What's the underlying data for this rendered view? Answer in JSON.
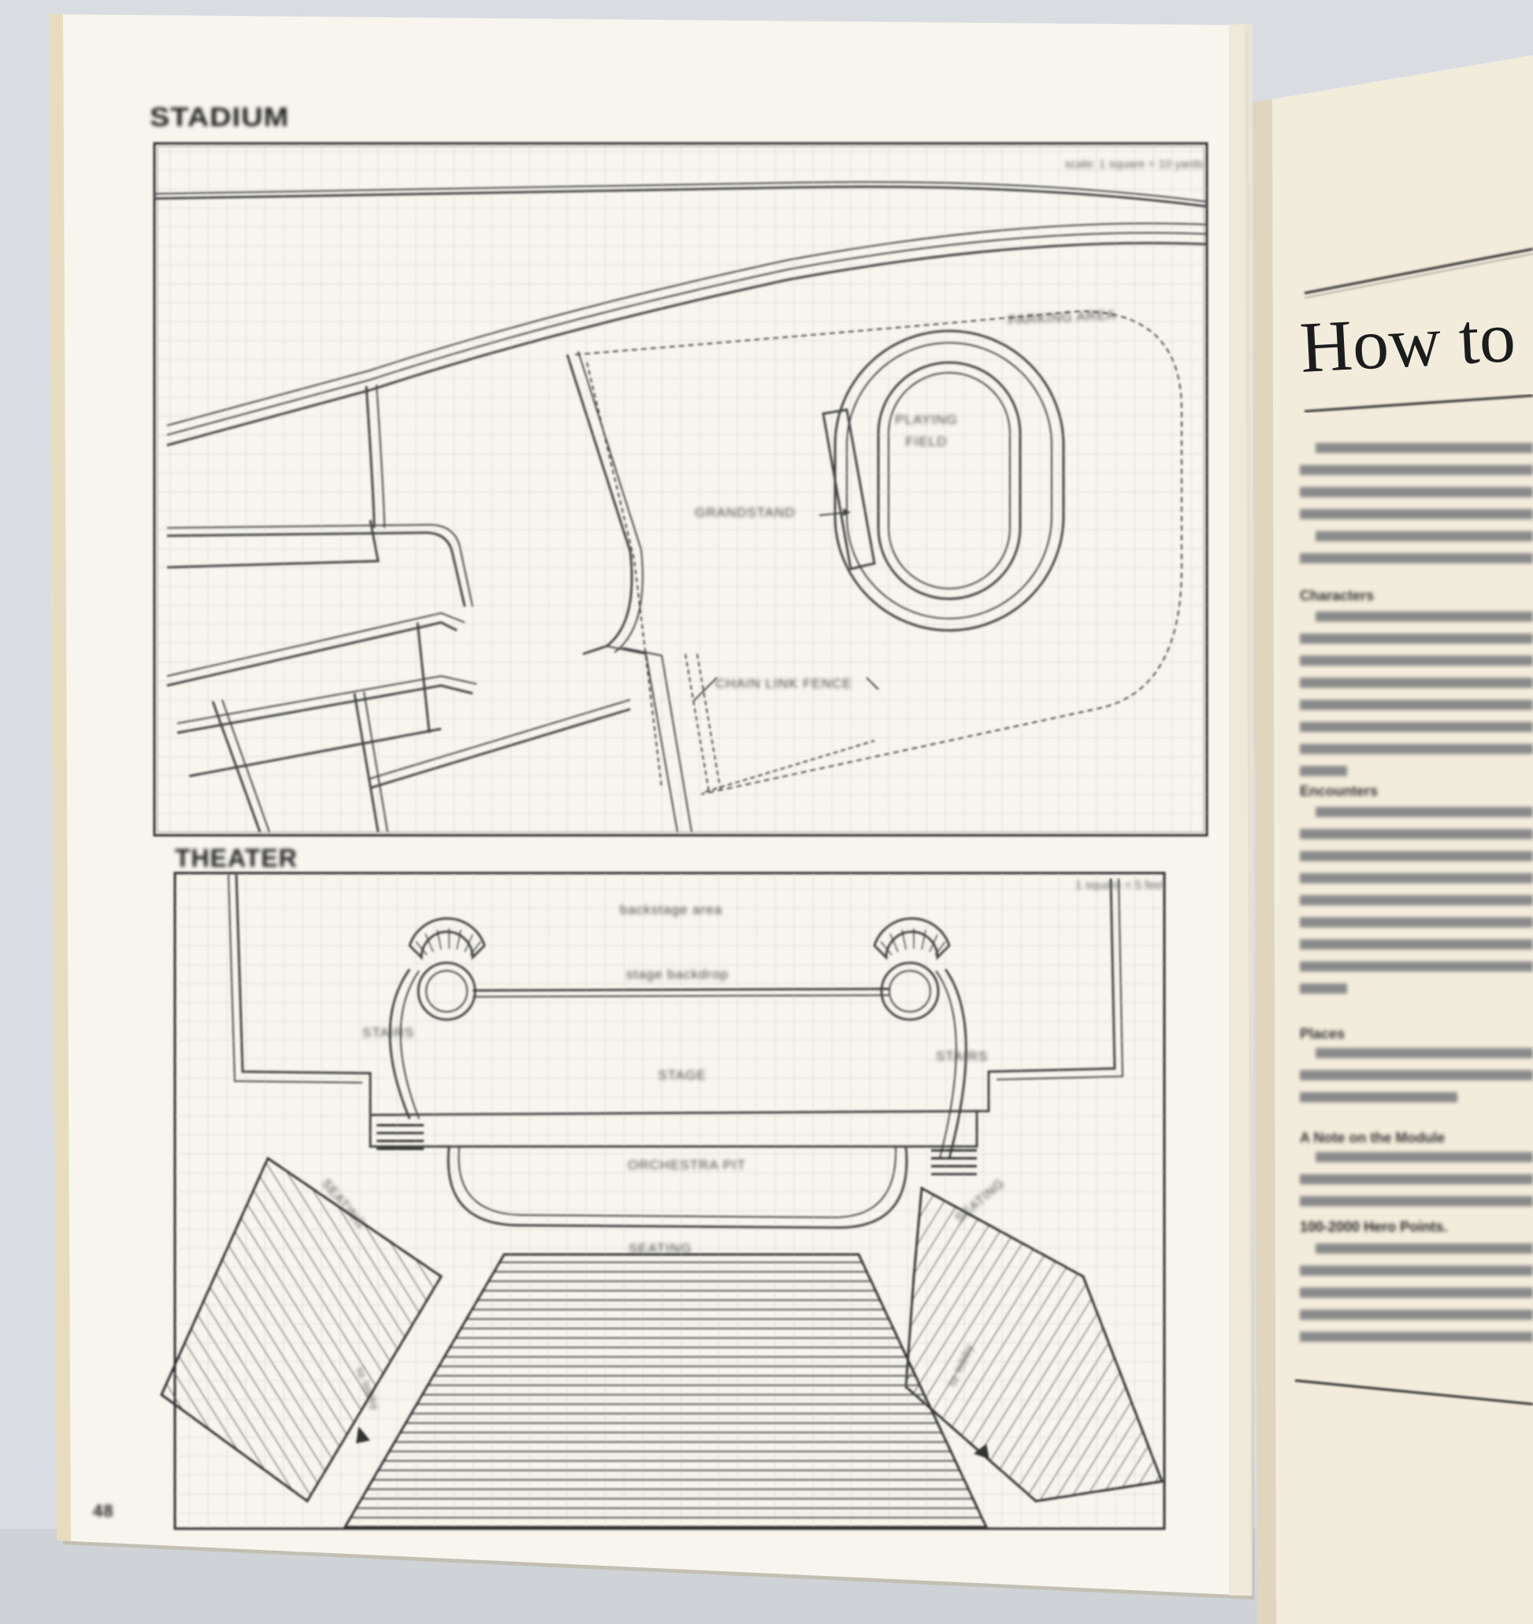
{
  "left_page": {
    "page_number": "48",
    "stadium": {
      "title": "STADIUM",
      "scale": "scale: 1 square = 10 yards",
      "labels": {
        "parking_area": "PARKING AREA",
        "playing_field_line1": "PLAYING",
        "playing_field_line2": "FIELD",
        "grandstand": "GRANDSTAND",
        "chain_link_fence": "CHAIN LINK FENCE"
      }
    },
    "theater": {
      "title": "THEATER",
      "scale": "1 square = 5 feet",
      "labels": {
        "backstage_area": "backstage area",
        "stage_backdrop": "stage backdrop",
        "stairs_left": "STAIRS",
        "stairs_right": "STAIRS",
        "stage": "STAGE",
        "orchestra_pit": "ORCHESTRA PIT",
        "seating_left": "SEATING",
        "seating_right": "SEATING",
        "seating_center": "SEATING",
        "to_lobby_left": "to lobby",
        "to_lobby_right": "to lobby"
      }
    }
  },
  "right_page": {
    "heading": "How to",
    "section_headings": [
      "Characters",
      "Encounters",
      "Places",
      "A Note on the Module"
    ],
    "bold_line": "100-2000 Hero Points."
  }
}
